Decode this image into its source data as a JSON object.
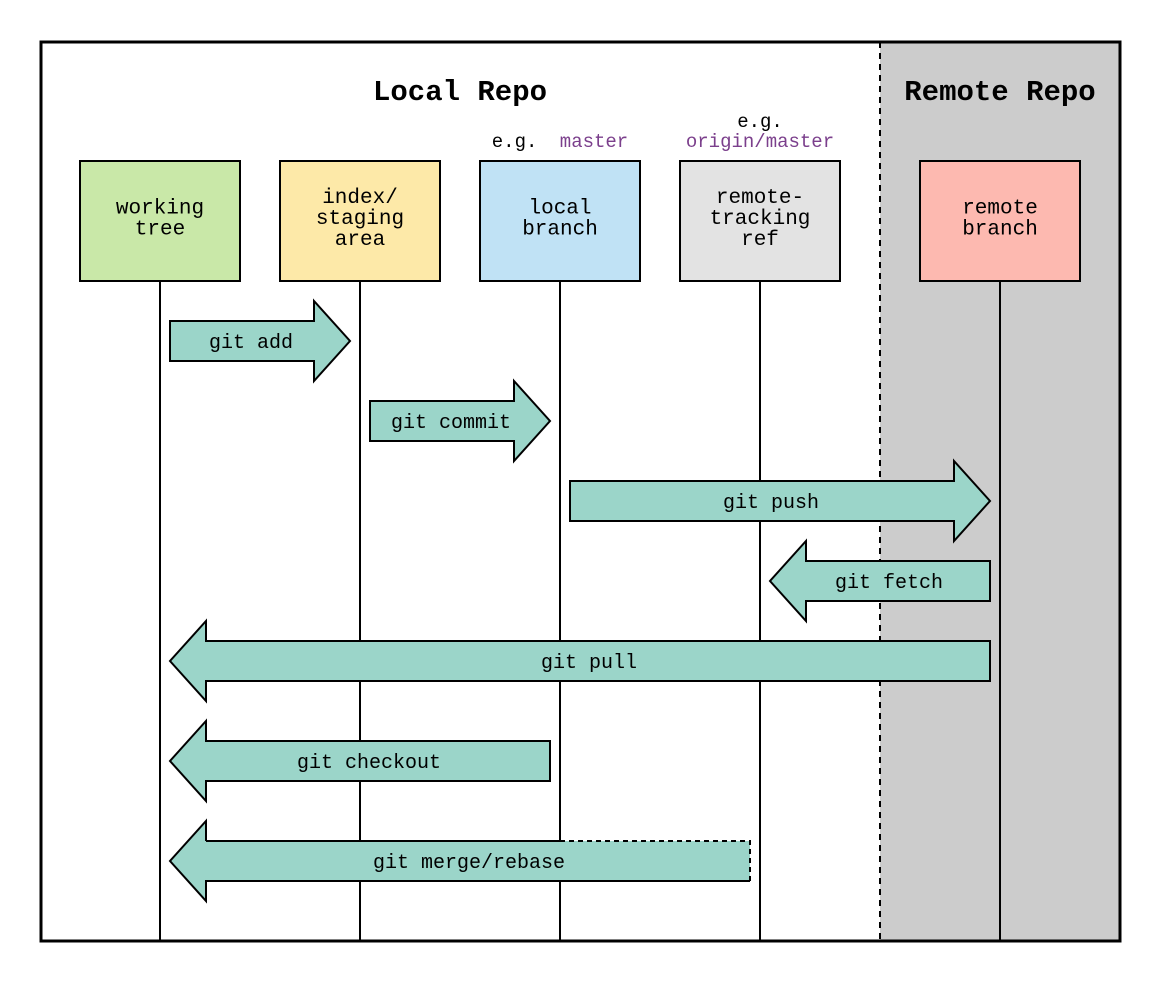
{
  "titles": {
    "local": "Local Repo",
    "remote": "Remote Repo"
  },
  "annotations": {
    "eg": "e.g.",
    "local_example": "master",
    "remote_example": "origin/master"
  },
  "boxes": [
    {
      "id": "working-tree",
      "lines": [
        "working",
        "tree"
      ],
      "color": "#c9e8a8"
    },
    {
      "id": "staging-area",
      "lines": [
        "index/",
        "staging",
        "area"
      ],
      "color": "#fde9a8"
    },
    {
      "id": "local-branch",
      "lines": [
        "local",
        "branch"
      ],
      "color": "#c0e2f5"
    },
    {
      "id": "remote-tracking-ref",
      "lines": [
        "remote-",
        "tracking",
        "ref"
      ],
      "color": "#e3e3e3"
    },
    {
      "id": "remote-branch",
      "lines": [
        "remote",
        "branch"
      ],
      "color": "#fdb9b0"
    }
  ],
  "commands": [
    {
      "id": "git-add",
      "label": "git add",
      "from": 0,
      "to": 1,
      "dashed": false
    },
    {
      "id": "git-commit",
      "label": "git commit",
      "from": 1,
      "to": 2,
      "dashed": false
    },
    {
      "id": "git-push",
      "label": "git push",
      "from": 2,
      "to": 4,
      "dashed": false
    },
    {
      "id": "git-fetch",
      "label": "git fetch",
      "from": 4,
      "to": 3,
      "dashed": false
    },
    {
      "id": "git-pull",
      "label": "git pull",
      "from": 4,
      "to": 0,
      "dashed": false
    },
    {
      "id": "git-checkout",
      "label": "git checkout",
      "from": 2,
      "to": 0,
      "dashed": false
    },
    {
      "id": "git-merge-rebase",
      "label": "git merge/rebase",
      "from": 3,
      "to": 0,
      "dashed": true
    }
  ],
  "colors": {
    "arrow_fill": "#9bd5c9",
    "remote_bg": "#cccccc",
    "accent_purple": "#7b3f8c",
    "line": "#000000"
  }
}
